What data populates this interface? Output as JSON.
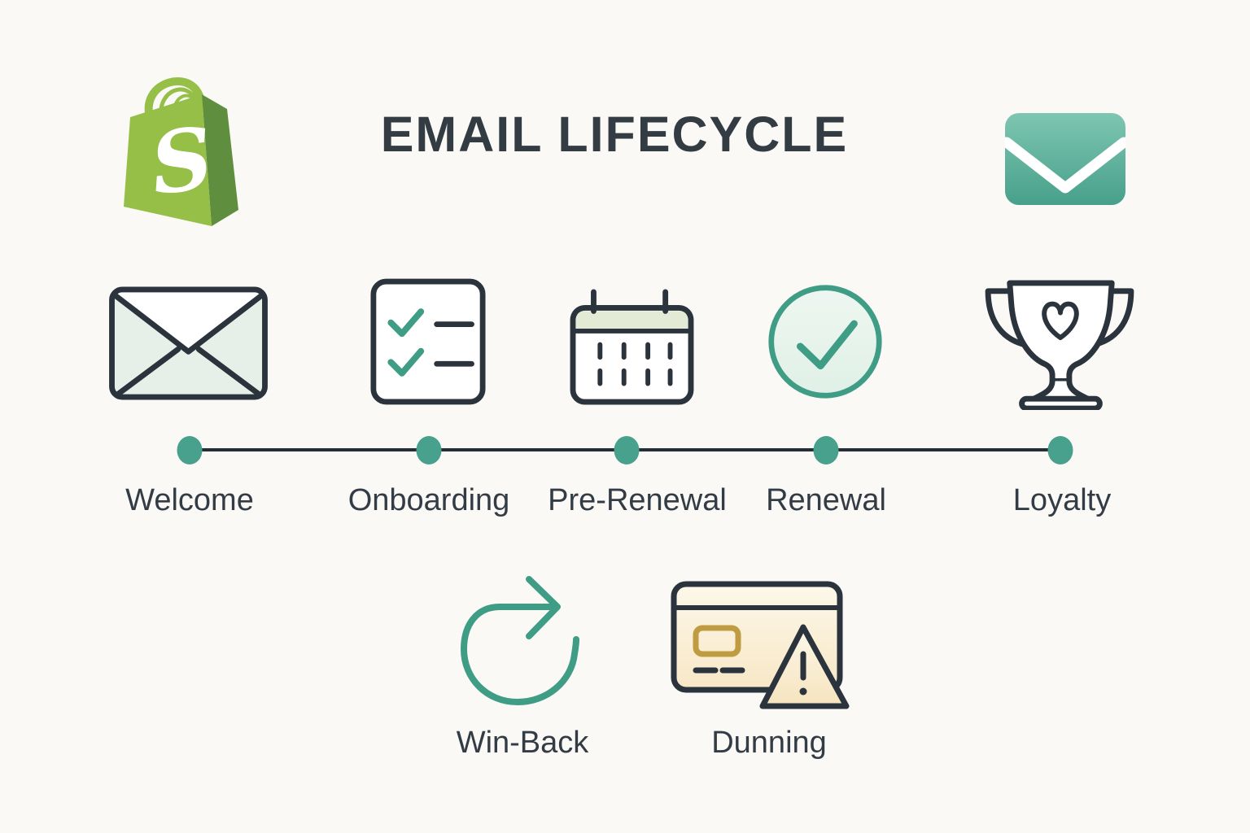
{
  "title": "EMAIL LIFECYCLE",
  "brand": {
    "icon": "shopify-bag-logo",
    "letter": "S"
  },
  "header_icon": "email-envelope-icon",
  "timeline": {
    "stages": [
      {
        "label": "Welcome",
        "icon": "envelope-outline-icon"
      },
      {
        "label": "Onboarding",
        "icon": "checklist-icon"
      },
      {
        "label": "Pre-Renewal",
        "icon": "calendar-icon"
      },
      {
        "label": "Renewal",
        "icon": "check-circle-icon"
      },
      {
        "label": "Loyalty",
        "icon": "trophy-heart-icon"
      }
    ]
  },
  "secondary": {
    "stages": [
      {
        "label": "Win-Back",
        "icon": "circular-arrow-icon"
      },
      {
        "label": "Dunning",
        "icon": "credit-card-warning-icon"
      }
    ]
  },
  "colors": {
    "background": "#faf9f6",
    "ink": "#2b343d",
    "teal_stroke": "#3f9c85",
    "teal_fill": "#48a18c",
    "mint": "#e6efe8",
    "sage": "#e3ebd6",
    "cream": "#fbf2da",
    "gold": "#bf9c42",
    "shopify_green": "#95bf47",
    "shopify_green_dark": "#5f8f3e"
  }
}
